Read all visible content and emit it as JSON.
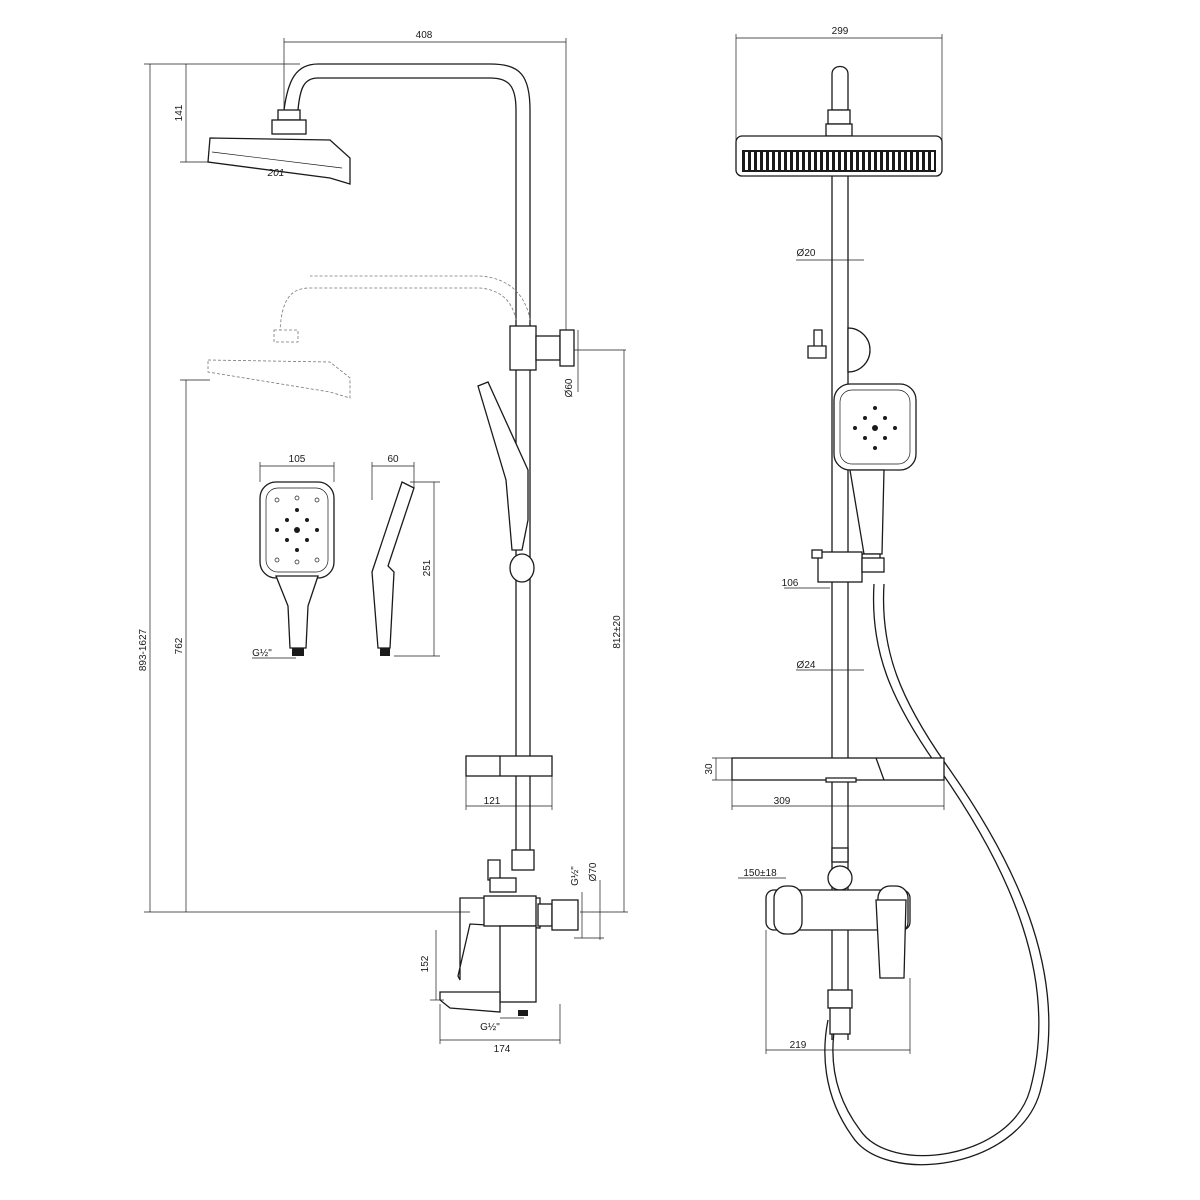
{
  "dimensions": {
    "top_width": "408",
    "head_height": "141",
    "head_diameter": "201",
    "total_height": "893-1627",
    "lower_height": "762",
    "hand_width": "105",
    "hand_depth": "60",
    "hand_length": "251",
    "hand_thread": "G½\"",
    "bracket_diam": "Ø60",
    "adjust_range": "812±20",
    "shelf_depth": "121",
    "mixer_thread": "G½\"",
    "mixer_diam": "Ø70",
    "spout_height": "152",
    "spout_thread": "G½\"",
    "spout_length": "174",
    "front_head_width": "299",
    "pipe_upper_diam": "Ø20",
    "slider_offset": "106",
    "pipe_lower_diam": "Ø24",
    "shelf_height": "30",
    "shelf_width": "309",
    "inlet_spacing": "150±18",
    "mixer_width": "219"
  }
}
